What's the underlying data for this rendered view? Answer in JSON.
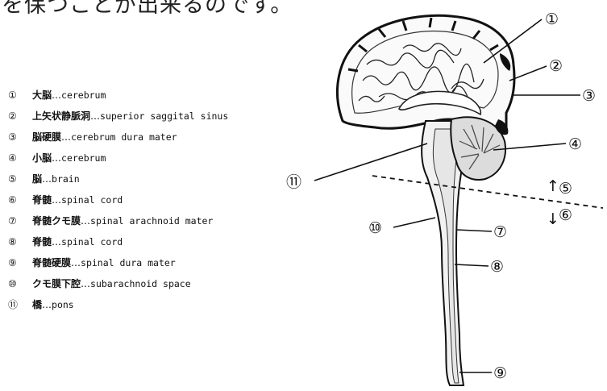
{
  "heading": "を保つことが出来るのです。",
  "legend": [
    {
      "num": "①",
      "jp": "大脳",
      "sep": "…",
      "en": "cerebrum"
    },
    {
      "num": "②",
      "jp": "上矢状静脈洞",
      "sep": "…",
      "en": "superior saggital sinus"
    },
    {
      "num": "③",
      "jp": "脳硬膜",
      "sep": "…",
      "en": "cerebrum dura mater"
    },
    {
      "num": "④",
      "jp": "小脳",
      "sep": "…",
      "en": "cerebrum"
    },
    {
      "num": "⑤",
      "jp": "脳",
      "sep": "…",
      "en": "brain"
    },
    {
      "num": "⑥",
      "jp": "脊髄",
      "sep": "…",
      "en": "spinal cord"
    },
    {
      "num": "⑦",
      "jp": "脊髄クモ膜",
      "sep": "…",
      "en": "spinal arachnoid mater"
    },
    {
      "num": "⑧",
      "jp": "脊髄",
      "sep": "…",
      "en": "spinal cord"
    },
    {
      "num": "⑨",
      "jp": "脊髄硬膜",
      "sep": "…",
      "en": "spinal dura mater"
    },
    {
      "num": "⑩",
      "jp": "クモ膜下腔",
      "sep": "…",
      "en": "subarachnoid space"
    },
    {
      "num": "⑪",
      "jp": "橋",
      "sep": "…",
      "en": "pons"
    }
  ],
  "callouts": {
    "c1": "①",
    "c2": "②",
    "c3": "③",
    "c4": "④",
    "c5": "⑤",
    "c6": "⑥",
    "c7": "⑦",
    "c8": "⑧",
    "c9": "⑨",
    "c10": "⑩",
    "c11": "⑪",
    "arrow_up": "↑",
    "arrow_down": "↓"
  }
}
